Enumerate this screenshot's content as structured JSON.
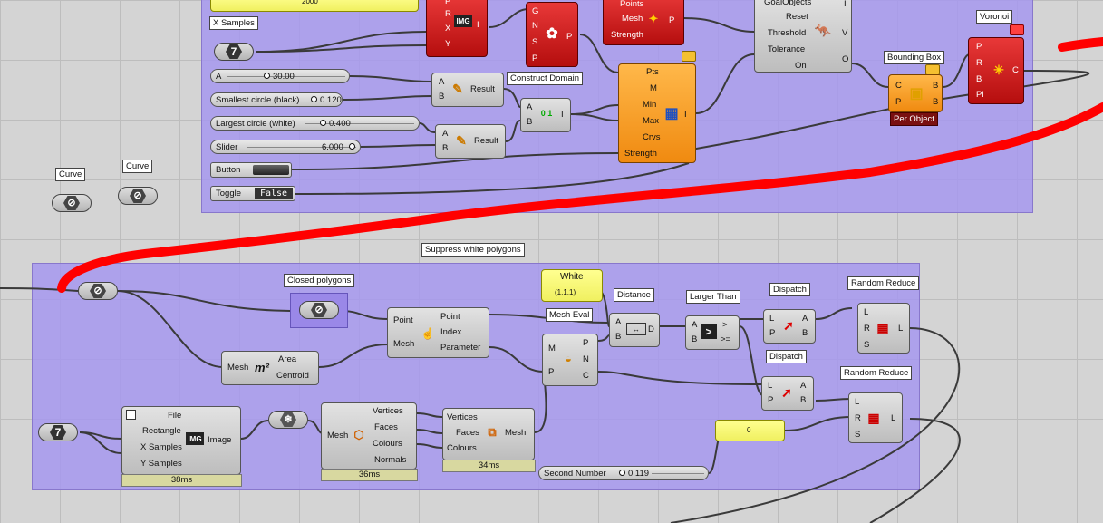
{
  "colors": {
    "group": "#a596f0",
    "red_stroke": "#ff0000",
    "wire": "#3a3a3a"
  },
  "top_slider_value": "2000",
  "x_samples_label": "X Samples",
  "int_value": "7",
  "img_label": "IMG",
  "img_ports": {
    "p": "P",
    "r": "R",
    "x": "X",
    "y": "Y",
    "i": "I"
  },
  "mesh_node": {
    "g": "G",
    "n": "N",
    "s": "S",
    "p": "P",
    "out": "P"
  },
  "points_node": {
    "points": "Points",
    "mesh": "Mesh",
    "strength": "Strength",
    "out": "P"
  },
  "goal_node": {
    "goal": "GoalObjects",
    "reset": "Reset",
    "threshold": "Threshold",
    "tolerance": "Tolerance",
    "on": "On",
    "i": "I",
    "v": "V",
    "o": "O"
  },
  "voronoi": {
    "label": "Voronoi",
    "p": "P",
    "r": "R",
    "b": "B",
    "pl": "Pl",
    "c": "C"
  },
  "bbox": {
    "label": "Bounding Box",
    "c": "C",
    "p": "P",
    "b1": "B",
    "b2": "B",
    "mode": "Per Object"
  },
  "sliders": {
    "a": {
      "name": "A",
      "value": "30.00"
    },
    "small": {
      "name": "Smallest circle (black)",
      "value": "0.120"
    },
    "large": {
      "name": "Largest circle (white)",
      "value": "0.400"
    },
    "slider": {
      "name": "Slider",
      "value": "6.000"
    },
    "second": {
      "name": "Second Number",
      "value": "0.119"
    }
  },
  "button_label": "Button",
  "toggle": {
    "label": "Toggle",
    "value": "False"
  },
  "expr1": {
    "a": "A",
    "b": "B",
    "out": "Result"
  },
  "expr2": {
    "a": "A",
    "b": "B",
    "out": "Result"
  },
  "construct_domain": {
    "label": "Construct Domain",
    "a": "A",
    "b": "B",
    "out": "I",
    "icon": "0 1"
  },
  "image_sampler": {
    "pts": "Pts",
    "m": "M",
    "min": "Min",
    "max": "Max",
    "crvs": "Crvs",
    "strength": "Strength",
    "out": "I"
  },
  "curve_labels": [
    "Curve",
    "Curve"
  ],
  "suppress_label": "Suppress white polygons",
  "closed_polygons_label": "Closed polygons",
  "closest": {
    "point_in": "Point",
    "mesh_in": "Mesh",
    "point_out": "Point",
    "index": "Index",
    "parameter": "Parameter"
  },
  "area": {
    "mesh": "Mesh",
    "area": "Area",
    "centroid": "Centroid",
    "icon": "m²"
  },
  "white_panel": {
    "label": "White",
    "value": "(1,1,1)"
  },
  "mesh_eval": {
    "label": "Mesh Eval",
    "m": "M",
    "p": "P",
    "p_out": "P",
    "n": "N",
    "c": "C"
  },
  "distance": {
    "label": "Distance",
    "a": "A",
    "b": "B",
    "d": "D"
  },
  "larger_than": {
    "label": "Larger Than",
    "a": "A",
    "b": "B",
    "gt": ">",
    "gte": ">="
  },
  "dispatch1": {
    "label": "Dispatch",
    "l": "L",
    "p": "P",
    "a": "A",
    "b": "B"
  },
  "dispatch2": {
    "label": "Dispatch",
    "l": "L",
    "p": "P",
    "a": "A",
    "b": "B"
  },
  "reduce1": {
    "label": "Random Reduce",
    "l": "L",
    "r": "R",
    "s": "S",
    "out": "L"
  },
  "reduce2": {
    "label": "Random Reduce",
    "l": "L",
    "r": "R",
    "s": "S",
    "out": "L"
  },
  "zero_panel": "0",
  "file_node": {
    "file": "File",
    "rect": "Rectangle",
    "xs": "X Samples",
    "ys": "Y Samples",
    "image": "Image",
    "icon": "IMG",
    "timer": "38ms"
  },
  "deconstruct": {
    "mesh": "Mesh",
    "vertices": "Vertices",
    "faces": "Faces",
    "colours": "Colours",
    "normals": "Normals",
    "timer": "36ms"
  },
  "construct": {
    "vertices": "Vertices",
    "faces": "Faces",
    "colours": "Colours",
    "mesh": "Mesh",
    "timer": "34ms"
  }
}
